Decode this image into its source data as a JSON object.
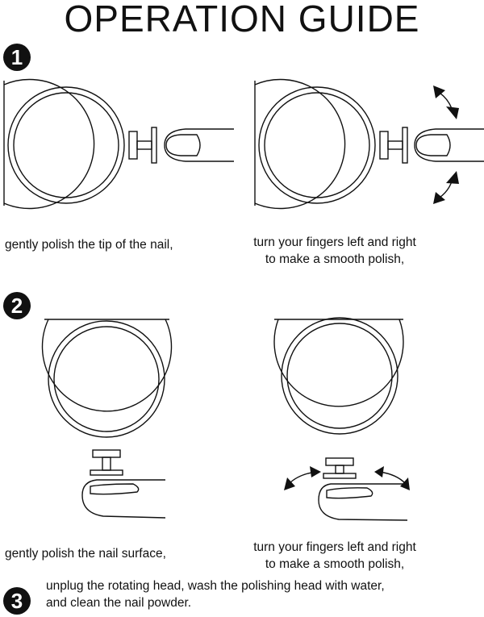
{
  "title": "OPERATION GUIDE",
  "steps": [
    {
      "number": "1",
      "captions": [
        "gently polish the tip of the nail,",
        "turn your fingers left and right\nto make a smooth polish,"
      ]
    },
    {
      "number": "2",
      "captions": [
        "gently polish the nail surface,",
        "turn your fingers left and right\nto make a smooth polish,"
      ]
    },
    {
      "number": "3",
      "text": "unplug the rotating head, wash the polishing head with water,\nand clean the nail powder."
    }
  ]
}
